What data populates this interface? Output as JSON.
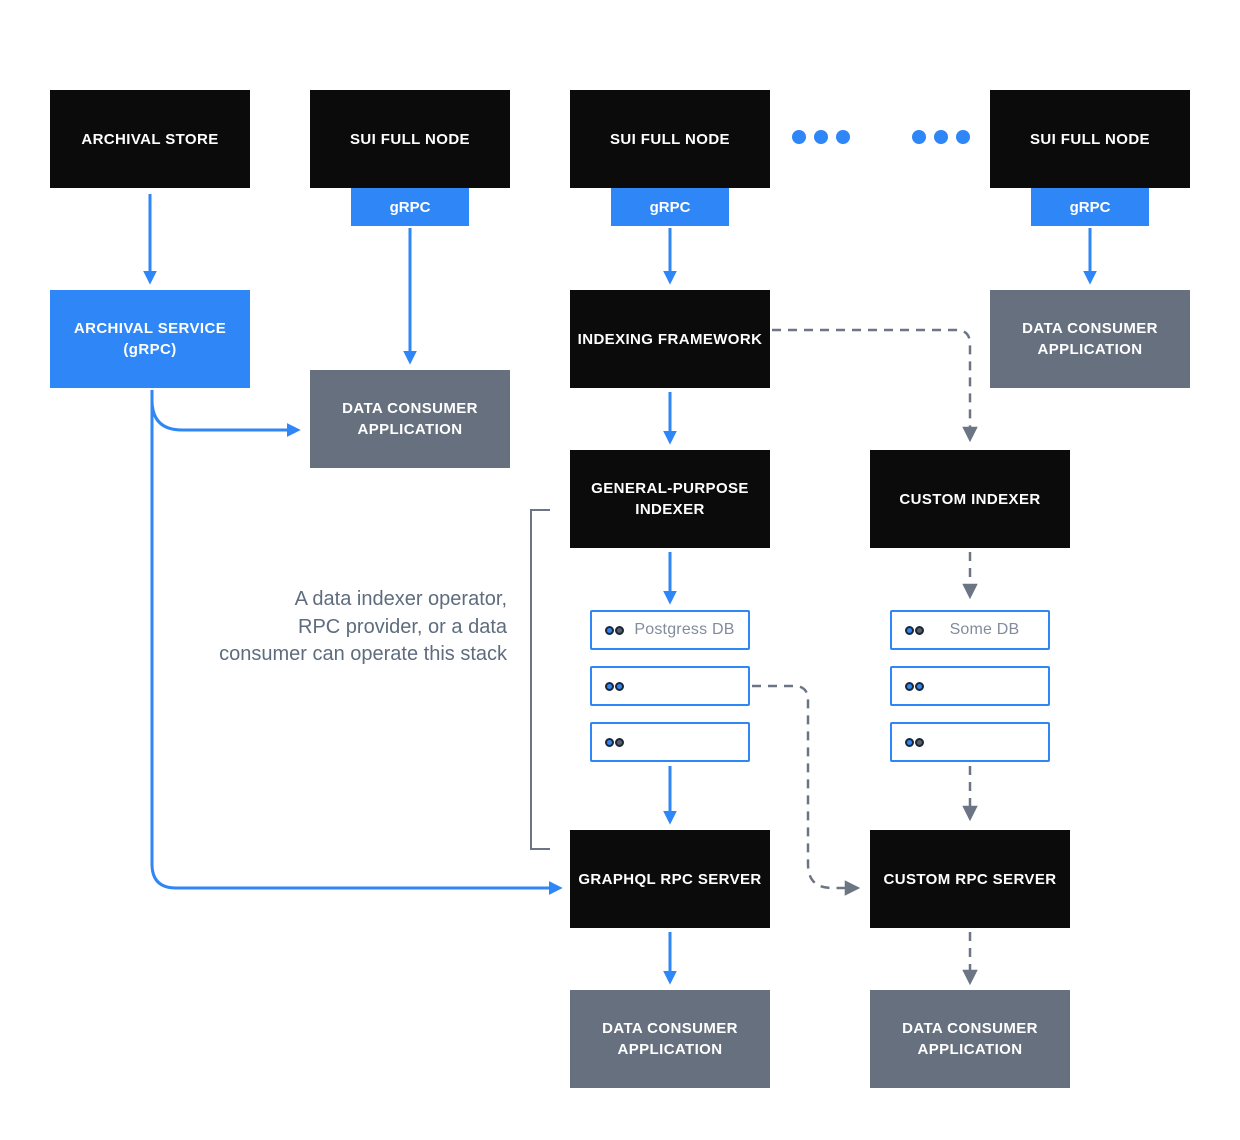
{
  "colors": {
    "blue": "#2F86F6",
    "black_box": "#0B0B0B",
    "slate": "#66707E",
    "line_gray": "#6C7584",
    "text_gray": "#5E6C7E",
    "row_text": "#828C9D",
    "dot_gray": "#575F6E",
    "dot_ring": "#1D2633"
  },
  "icons": {
    "ellipsis_dots": "three blue dots indicating more full nodes",
    "db_status_dots": "two small status circles on each database row"
  },
  "nodes": {
    "archival_store": {
      "label": "ARCHIVAL STORE"
    },
    "sui_full_node_1": {
      "label": "SUI FULL NODE",
      "port_label": "gRPC"
    },
    "sui_full_node_2": {
      "label": "SUI FULL NODE",
      "port_label": "gRPC"
    },
    "sui_full_node_3": {
      "label": "SUI FULL NODE",
      "port_label": "gRPC"
    },
    "archival_service": {
      "label": "ARCHIVAL SERVICE (gRPC)"
    },
    "indexing_framework": {
      "label": "INDEXING FRAMEWORK"
    },
    "data_consumer_top_right": {
      "label": "DATA CONSUMER APPLICATION"
    },
    "data_consumer_left": {
      "label": "DATA CONSUMER APPLICATION"
    },
    "general_purpose_indexer": {
      "label": "GENERAL-PURPOSE INDEXER"
    },
    "custom_indexer": {
      "label": "CUSTOM INDEXER"
    },
    "graphql_rpc_server": {
      "label": "GRAPHQL RPC SERVER"
    },
    "custom_rpc_server": {
      "label": "CUSTOM RPC SERVER"
    },
    "data_consumer_bottom_left": {
      "label": "DATA CONSUMER APPLICATION"
    },
    "data_consumer_bottom_right": {
      "label": "DATA CONSUMER APPLICATION"
    }
  },
  "databases": {
    "left": {
      "rows": [
        {
          "label": "Postgress DB",
          "dots": [
            "blue",
            "gray"
          ]
        },
        {
          "label": "",
          "dots": [
            "blue",
            "blue"
          ]
        },
        {
          "label": "",
          "dots": [
            "blue",
            "gray"
          ]
        }
      ]
    },
    "right": {
      "rows": [
        {
          "label": "Some DB",
          "dots": [
            "blue",
            "gray"
          ]
        },
        {
          "label": "",
          "dots": [
            "blue",
            "blue"
          ]
        },
        {
          "label": "",
          "dots": [
            "blue",
            "gray"
          ]
        }
      ]
    }
  },
  "annotation": {
    "line1": "A data indexer operator,",
    "line2": "RPC provider, or a data",
    "line3": "consumer can operate this stack"
  }
}
